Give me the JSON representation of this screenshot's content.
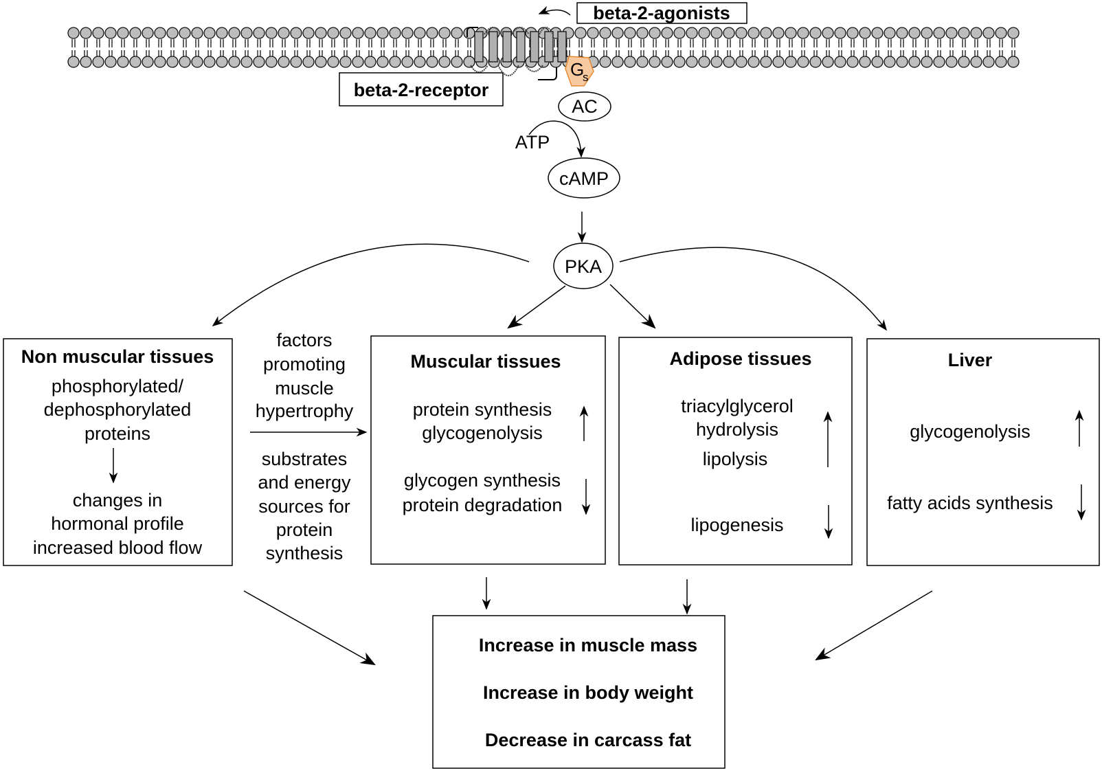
{
  "membrane": {
    "agonist_label": "beta-2-agonists",
    "receptor_label": "beta-2-receptor",
    "g_protein_main": "G",
    "g_protein_sub": "s",
    "g_protein_color": "#F9C9A0",
    "g_protein_stroke": "#E8892F"
  },
  "cascade": {
    "ac": "AC",
    "atp": "ATP",
    "camp": "cAMP",
    "pka": "PKA"
  },
  "middle_text": {
    "factors": [
      "factors",
      "promoting",
      "muscle",
      "hypertrophy"
    ],
    "substrates": [
      "substrates",
      "and energy",
      "sources for",
      "protein",
      "synthesis"
    ]
  },
  "boxes": {
    "non_muscular": {
      "title": "Non muscular tissues",
      "lines_top": [
        "phosphorylated/",
        "dephosphorylated",
        "proteins"
      ],
      "lines_bottom": [
        "changes in",
        "hormonal profile",
        "increased blood flow"
      ]
    },
    "muscular": {
      "title": "Muscular tissues",
      "up": [
        "protein synthesis",
        "glycogenolysis"
      ],
      "down": [
        "glycogen synthesis",
        "protein degradation"
      ]
    },
    "adipose": {
      "title": "Adipose tissues",
      "up": [
        "triacylglycerol",
        "hydrolysis",
        "lipolysis"
      ],
      "down": [
        "lipogenesis"
      ]
    },
    "liver": {
      "title": "Liver",
      "up": [
        "glycogenolysis"
      ],
      "down": [
        "fatty acids synthesis"
      ]
    }
  },
  "outcome": {
    "lines": [
      "Increase in muscle mass",
      "Increase in body weight",
      "Decrease in carcass fat"
    ]
  }
}
